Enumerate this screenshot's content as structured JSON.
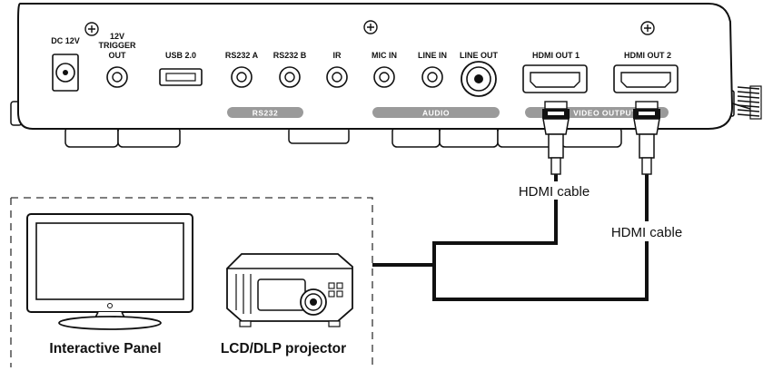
{
  "device": {
    "ports": {
      "dc_12v": "DC 12V",
      "trigger_line1": "12V",
      "trigger_line2": "TRIGGER",
      "trigger_line3": "OUT",
      "usb": "USB 2.0",
      "rs232a": "RS232 A",
      "rs232b": "RS232 B",
      "ir": "IR",
      "mic_in": "MIC IN",
      "line_in": "LINE IN",
      "line_out": "LINE OUT",
      "hdmi_out_1": "HDMI OUT 1",
      "hdmi_out_2": "HDMI OUT 2"
    },
    "groups": {
      "rs232": "RS232",
      "audio": "AUDIO",
      "video_output": "VIDEO OUTPUT"
    }
  },
  "cables": {
    "cable1": "HDMI cable",
    "cable2": "HDMI cable"
  },
  "displays": {
    "panel": "Interactive Panel",
    "projector": "LCD/DLP projector"
  },
  "colors": {
    "line": "#111111",
    "group_bar": "#9a9a9a",
    "device_fill": "#ffffff"
  }
}
